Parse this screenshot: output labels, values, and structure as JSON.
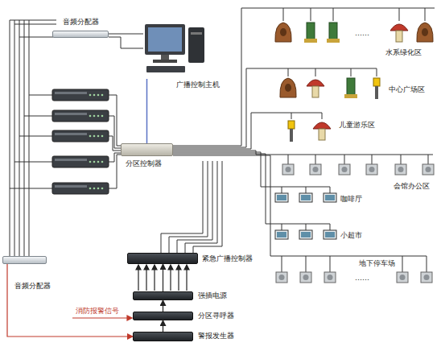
{
  "diagram": {
    "nodes": [
      {
        "text": [
          "音频分配器"
        ]
      },
      {
        "text": [
          "广播控制主机"
        ]
      },
      {
        "text": [
          "分区控制器"
        ]
      },
      {
        "text": [
          "音频分配器"
        ]
      },
      {
        "text": [
          "紧急广播控制器"
        ]
      },
      {
        "text": [
          "强插电源"
        ]
      },
      {
        "text": [
          "分区寻呼器"
        ]
      },
      {
        "text": [
          "警报发生器"
        ]
      }
    ],
    "edges": [
      {
        "from": 1,
        "to": 2,
        "arrow": "none"
      },
      {
        "from": 5,
        "to": 4,
        "arrow": "to"
      },
      {
        "from": 6,
        "to": 5,
        "arrow": "to"
      },
      {
        "from": 7,
        "to": 6,
        "arrow": "to"
      },
      {
        "from": 3,
        "to": 7,
        "arrow": "to"
      }
    ],
    "labels": [
      "水系绿化区",
      "……",
      "中心广场区",
      "儿童游乐区",
      "会馆办公区",
      "咖啡厅",
      "小超市",
      "地下停车场",
      "……",
      "消防报警信号"
    ]
  }
}
